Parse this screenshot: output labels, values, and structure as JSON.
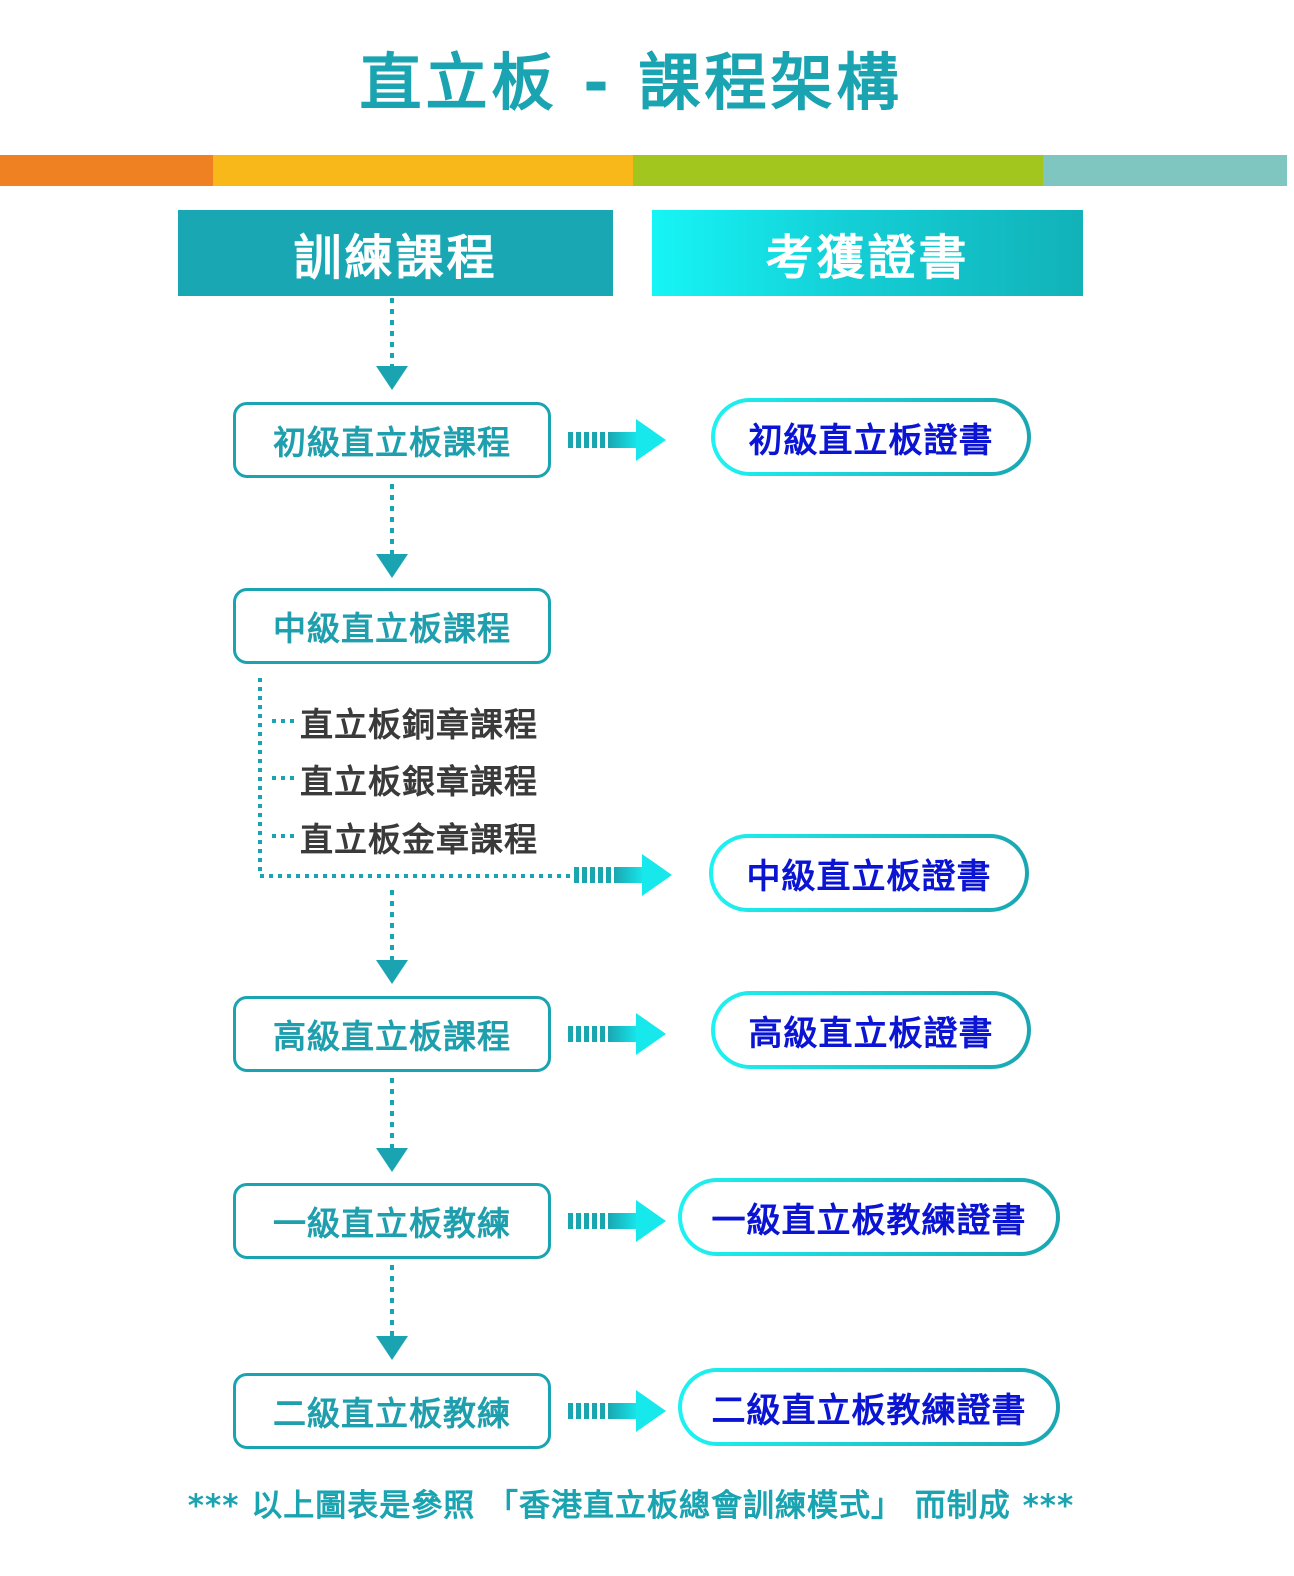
{
  "title": "直立板 - 課程架構",
  "stripe_colors": [
    "#ef8122",
    "#f9b81a",
    "#a3c61e",
    "#7ec6bf"
  ],
  "accent_color": "#1aa3b0",
  "certificate_text_color": "#0a14d2",
  "headers": {
    "training": "訓練課程",
    "certificates": "考獲證書"
  },
  "courses": [
    "初級直立板課程",
    "中級直立板課程",
    "高級直立板課程",
    "一級直立板教練",
    "二級直立板教練"
  ],
  "sub_courses": [
    "直立板銅章課程",
    "直立板銀章課程",
    "直立板金章課程"
  ],
  "certificates": [
    "初級直立板證書",
    "中級直立板證書",
    "高級直立板證書",
    "一級直立板教練證書",
    "二級直立板教練證書"
  ],
  "footer": "*** 以上圖表是參照 「香港直立板總會訓練模式」 而制成 ***"
}
